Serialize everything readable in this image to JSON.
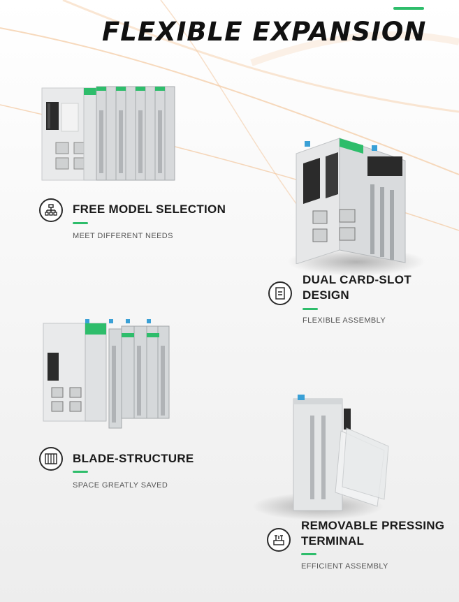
{
  "header": {
    "title": "FLEXIBLE EXPANSION"
  },
  "features": [
    {
      "heading": "FREE MODEL SELECTION",
      "subtitle": "MEET DIFFERENT NEEDS",
      "icon": "network-icon"
    },
    {
      "heading": "DUAL CARD-SLOT\nDESIGN",
      "subtitle": "FLEXIBLE ASSEMBLY",
      "icon": "card-slot-icon"
    },
    {
      "heading": "BLADE-STRUCTURE",
      "subtitle": "SPACE GREATLY SAVED",
      "icon": "blade-icon"
    },
    {
      "heading": "REMOVABLE PRESSING\nTERMINAL",
      "subtitle": "EFFICIENT ASSEMBLY",
      "icon": "terminal-icon"
    }
  ],
  "colors": {
    "accent": "#2ebd6b",
    "swoosh": "#f2c79a",
    "text": "#1a1a1a"
  }
}
